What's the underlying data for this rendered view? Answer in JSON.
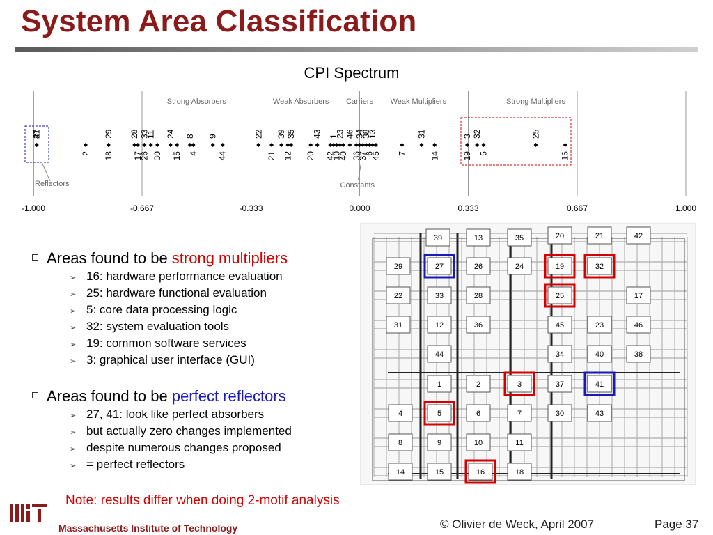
{
  "slide": {
    "title": "System Area Classification",
    "chart_title": "CPI Spectrum"
  },
  "chart_data": {
    "type": "scatter",
    "title": "CPI Spectrum",
    "xlim": [
      -1.0,
      1.0
    ],
    "tick_labels": [
      "-1.000",
      "-0.667",
      "-0.333",
      "0.000",
      "0.333",
      "0.667",
      "1.000"
    ],
    "region_labels": [
      "Strong Absorbers",
      "Weak Absorbers",
      "Carriers",
      "Weak Multipliers",
      "Strong Multipliers"
    ],
    "annotations": [
      "Reflectors",
      "Constants"
    ],
    "points": [
      {
        "label": "27",
        "x": -0.99,
        "row": "top"
      },
      {
        "label": "41",
        "x": -0.99,
        "row": "top"
      },
      {
        "label": "2",
        "x": -0.84,
        "row": "bottom"
      },
      {
        "label": "29",
        "x": -0.77,
        "row": "top"
      },
      {
        "label": "18",
        "x": -0.77,
        "row": "bottom"
      },
      {
        "label": "28",
        "x": -0.69,
        "row": "top"
      },
      {
        "label": "17",
        "x": -0.68,
        "row": "bottom"
      },
      {
        "label": "33",
        "x": -0.66,
        "row": "top"
      },
      {
        "label": "26",
        "x": -0.66,
        "row": "bottom"
      },
      {
        "label": "11",
        "x": -0.64,
        "row": "top"
      },
      {
        "label": "30",
        "x": -0.62,
        "row": "bottom"
      },
      {
        "label": "24",
        "x": -0.58,
        "row": "top"
      },
      {
        "label": "15",
        "x": -0.56,
        "row": "bottom"
      },
      {
        "label": "8",
        "x": -0.52,
        "row": "top"
      },
      {
        "label": "4",
        "x": -0.51,
        "row": "bottom"
      },
      {
        "label": "9",
        "x": -0.45,
        "row": "top"
      },
      {
        "label": "44",
        "x": -0.42,
        "row": "bottom"
      },
      {
        "label": "22",
        "x": -0.31,
        "row": "top"
      },
      {
        "label": "21",
        "x": -0.27,
        "row": "bottom"
      },
      {
        "label": "39",
        "x": -0.24,
        "row": "top"
      },
      {
        "label": "12",
        "x": -0.22,
        "row": "bottom"
      },
      {
        "label": "35",
        "x": -0.21,
        "row": "top"
      },
      {
        "label": "20",
        "x": -0.15,
        "row": "bottom"
      },
      {
        "label": "43",
        "x": -0.13,
        "row": "top"
      },
      {
        "label": "42",
        "x": -0.09,
        "row": "bottom"
      },
      {
        "label": "1",
        "x": -0.08,
        "row": "top"
      },
      {
        "label": "10",
        "x": -0.07,
        "row": "bottom"
      },
      {
        "label": "23",
        "x": -0.06,
        "row": "top"
      },
      {
        "label": "40",
        "x": -0.05,
        "row": "bottom"
      },
      {
        "label": "46",
        "x": -0.03,
        "row": "top"
      },
      {
        "label": "36",
        "x": -0.01,
        "row": "bottom"
      },
      {
        "label": "34",
        "x": 0.0,
        "row": "top"
      },
      {
        "label": "37",
        "x": 0.01,
        "row": "bottom"
      },
      {
        "label": "38",
        "x": 0.02,
        "row": "top"
      },
      {
        "label": "6",
        "x": 0.03,
        "row": "bottom"
      },
      {
        "label": "13",
        "x": 0.04,
        "row": "top"
      },
      {
        "label": "45",
        "x": 0.05,
        "row": "bottom"
      },
      {
        "label": "7",
        "x": 0.13,
        "row": "bottom"
      },
      {
        "label": "31",
        "x": 0.19,
        "row": "top"
      },
      {
        "label": "14",
        "x": 0.23,
        "row": "bottom"
      },
      {
        "label": "3",
        "x": 0.33,
        "row": "top"
      },
      {
        "label": "19",
        "x": 0.33,
        "row": "bottom"
      },
      {
        "label": "32",
        "x": 0.36,
        "row": "top"
      },
      {
        "label": "5",
        "x": 0.38,
        "row": "bottom"
      },
      {
        "label": "25",
        "x": 0.54,
        "row": "top"
      },
      {
        "label": "16",
        "x": 0.63,
        "row": "bottom"
      }
    ]
  },
  "sections": [
    {
      "prefix": "Areas found to be ",
      "highlight": "strong multipliers",
      "highlight_color": "#d40000",
      "items": [
        "16: hardware performance evaluation",
        "25: hardware functional evaluation",
        "5: core data processing logic",
        "32: system evaluation tools",
        "19: common software services",
        "3: graphical user interface (GUI)"
      ]
    },
    {
      "prefix": "Areas found to be ",
      "highlight": "perfect reflectors",
      "highlight_color": "#1a1ab8",
      "items": [
        "27, 41: look like perfect absorbers",
        "but actually zero changes implemented",
        "despite numerous changes proposed",
        "= perfect reflectors"
      ]
    }
  ],
  "dsm": {
    "nodes": [
      {
        "id": "39",
        "hl": ""
      },
      {
        "id": "13",
        "hl": ""
      },
      {
        "id": "35",
        "hl": ""
      },
      {
        "id": "20",
        "hl": ""
      },
      {
        "id": "21",
        "hl": ""
      },
      {
        "id": "42",
        "hl": ""
      },
      {
        "id": "29",
        "hl": ""
      },
      {
        "id": "27",
        "hl": "blue"
      },
      {
        "id": "26",
        "hl": ""
      },
      {
        "id": "24",
        "hl": ""
      },
      {
        "id": "19",
        "hl": "red"
      },
      {
        "id": "32",
        "hl": "red"
      },
      {
        "id": "22",
        "hl": ""
      },
      {
        "id": "33",
        "hl": ""
      },
      {
        "id": "28",
        "hl": ""
      },
      {
        "id": "25",
        "hl": "red"
      },
      {
        "id": "17",
        "hl": ""
      },
      {
        "id": "31",
        "hl": ""
      },
      {
        "id": "12",
        "hl": ""
      },
      {
        "id": "36",
        "hl": ""
      },
      {
        "id": "45",
        "hl": ""
      },
      {
        "id": "23",
        "hl": ""
      },
      {
        "id": "46",
        "hl": ""
      },
      {
        "id": "44",
        "hl": ""
      },
      {
        "id": "34",
        "hl": ""
      },
      {
        "id": "40",
        "hl": ""
      },
      {
        "id": "38",
        "hl": ""
      },
      {
        "id": "1",
        "hl": ""
      },
      {
        "id": "2",
        "hl": ""
      },
      {
        "id": "3",
        "hl": "red"
      },
      {
        "id": "37",
        "hl": ""
      },
      {
        "id": "41",
        "hl": "blue"
      },
      {
        "id": "4",
        "hl": ""
      },
      {
        "id": "5",
        "hl": "red"
      },
      {
        "id": "6",
        "hl": ""
      },
      {
        "id": "7",
        "hl": ""
      },
      {
        "id": "30",
        "hl": ""
      },
      {
        "id": "43",
        "hl": ""
      },
      {
        "id": "8",
        "hl": ""
      },
      {
        "id": "9",
        "hl": ""
      },
      {
        "id": "10",
        "hl": ""
      },
      {
        "id": "11",
        "hl": ""
      },
      {
        "id": "14",
        "hl": ""
      },
      {
        "id": "15",
        "hl": ""
      },
      {
        "id": "16",
        "hl": "red"
      },
      {
        "id": "18",
        "hl": ""
      }
    ]
  },
  "footer": {
    "note": "Note: results differ when doing 2-motif analysis",
    "institution": "Massachusetts Institute of Technology",
    "copyright": "© Olivier de Weck, April 2007",
    "page": "Page 37"
  },
  "colors": {
    "title": "#8b1a1a",
    "highlight_red": "#d40000",
    "highlight_blue": "#1a1ab8"
  }
}
